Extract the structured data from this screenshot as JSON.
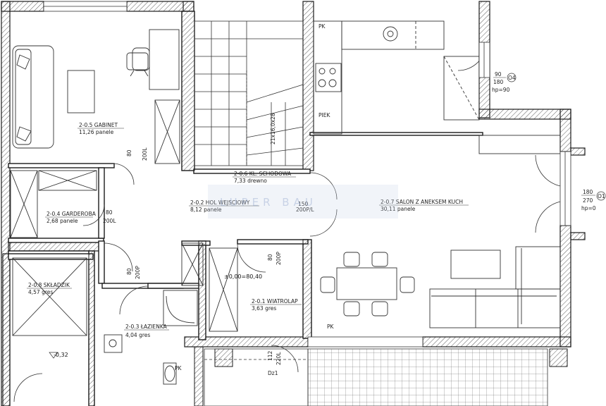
{
  "rooms": [
    {
      "id": "2-0.5",
      "name": "GABINET",
      "area": "11,26",
      "finish": "panele"
    },
    {
      "id": "2-0.6",
      "name": "KL. SCHODOWA",
      "area": "7,33",
      "finish": "drewno"
    },
    {
      "id": "2-0.4",
      "name": "GARDEROBA",
      "area": "2,68",
      "finish": "panele"
    },
    {
      "id": "2-0.2",
      "name": "HOL WEJSCIOWY",
      "area": "8,12",
      "finish": "panele"
    },
    {
      "id": "2-0.7",
      "name": "SALON Z ANEKSEM KUCH",
      "area": "30,11",
      "finish": "panele"
    },
    {
      "id": "2-0.8",
      "name": "SKŁADZIK",
      "area": "4,57",
      "finish": "gres"
    },
    {
      "id": "2-0.1",
      "name": "WIATROLAP",
      "area": "3,63",
      "finish": "gres"
    },
    {
      "id": "2-0.3",
      "name": "ŁAZIENKA",
      "area": "4,04",
      "finish": "gres"
    }
  ],
  "doors": [
    {
      "size": "80",
      "type": "200L"
    },
    {
      "size": "80",
      "type": "200L"
    },
    {
      "size": "150",
      "type": "200P/L"
    },
    {
      "size": "80",
      "type": "200P"
    },
    {
      "size": "80",
      "type": "200P"
    },
    {
      "size": "112",
      "type": "220L"
    }
  ],
  "windows": [
    {
      "w": "90",
      "h": "180",
      "hp": "hp=90",
      "tag": "O4"
    },
    {
      "w": "180",
      "h": "270",
      "hp": "hp=0",
      "tag": "O1"
    }
  ],
  "level_main": "±0,00=80,40",
  "level_store": "-0,32",
  "stairs_label": "21x16,0x28",
  "kitchen_label": "PIEK",
  "pk_marks": [
    "PK",
    "PK",
    "PK"
  ],
  "door_tag": "Dz1",
  "watermark": "LUPER BAU",
  "colors": {
    "wall": "#1b1b1b",
    "line": "#222222",
    "watermark": "#7e96c4"
  }
}
